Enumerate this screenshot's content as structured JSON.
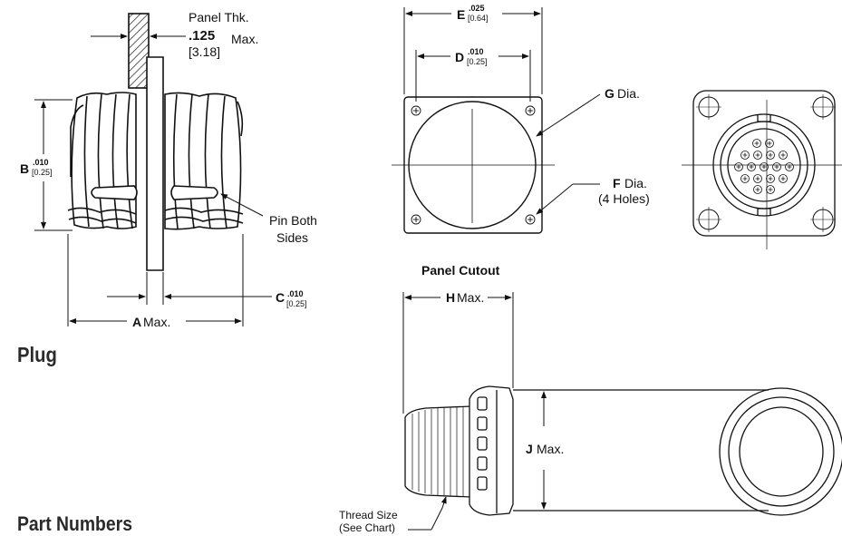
{
  "sections": {
    "plug": "Plug",
    "part_numbers": "Part Numbers",
    "panel_cutout": "Panel Cutout"
  },
  "plug": {
    "panel_thk_label": "Panel Thk.",
    "panel_thk_value": ".125",
    "panel_thk_max": "Max.",
    "panel_thk_metric": "[3.18]",
    "b_letter": "B",
    "b_tol": ".010",
    "b_tol_metric": "[0.25]",
    "pin_line1": "Pin Both",
    "pin_line2": "Sides",
    "c_letter": "C",
    "c_tol": ".010",
    "c_tol_metric": "[0.25]",
    "a_letter": "A",
    "a_max": "Max."
  },
  "cutout": {
    "e_letter": "E",
    "e_tol": ".025",
    "e_tol_metric": "[0.64]",
    "d_letter": "D",
    "d_tol": ".010",
    "d_tol_metric": "[0.25]",
    "g_letter": "G",
    "g_text": "Dia.",
    "f_letter": "F",
    "f_text": "Dia.",
    "f_holes": "(4 Holes)"
  },
  "side": {
    "h_letter": "H",
    "h_text": "Max.",
    "j_letter": "J",
    "j_text": "Max.",
    "thread_line1": "Thread Size",
    "thread_line2": "(See Chart)"
  },
  "colors": {
    "line": "#111111",
    "hatch": "#222222",
    "background": "#ffffff"
  }
}
